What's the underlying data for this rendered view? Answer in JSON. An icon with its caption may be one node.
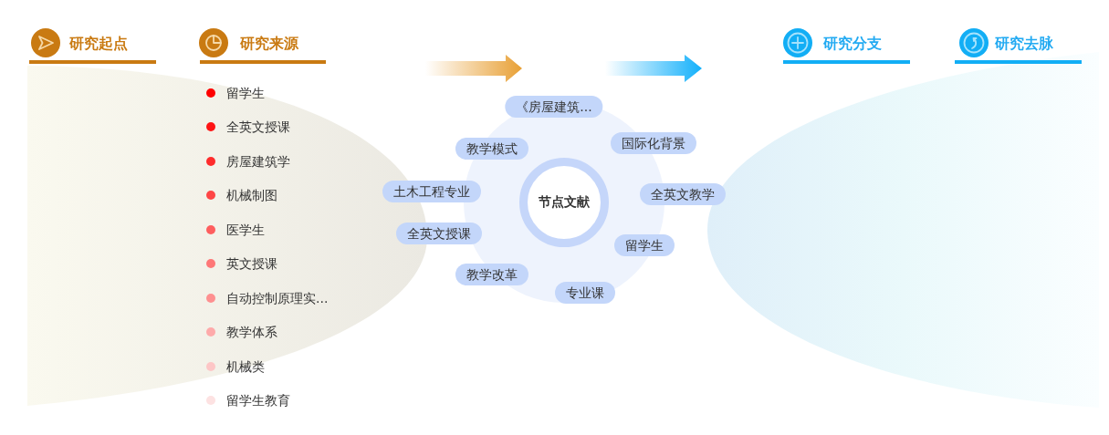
{
  "diagram": {
    "nodes": [
      {
        "text": [
          "《房屋建筑..."
        ]
      },
      {
        "text": [
          "国际化背景"
        ]
      },
      {
        "text": [
          "教学模式"
        ]
      },
      {
        "text": [
          "土木工程专业"
        ]
      },
      {
        "text": [
          "全英文教学"
        ]
      },
      {
        "text": [
          "节点文献"
        ]
      },
      {
        "text": [
          "全英文授课"
        ]
      },
      {
        "text": [
          "留学生"
        ]
      },
      {
        "text": [
          "教学改革"
        ]
      },
      {
        "text": [
          "专业课"
        ]
      }
    ],
    "labels": [
      "研究起点",
      "研究来源",
      "研究分支",
      "研究去脉",
      "留学生",
      "全英文授课",
      "房屋建筑学",
      "机械制图",
      "医学生",
      "英文授课",
      "自动控制原理实...",
      "教学体系",
      "机械类",
      "留学生教育"
    ]
  }
}
